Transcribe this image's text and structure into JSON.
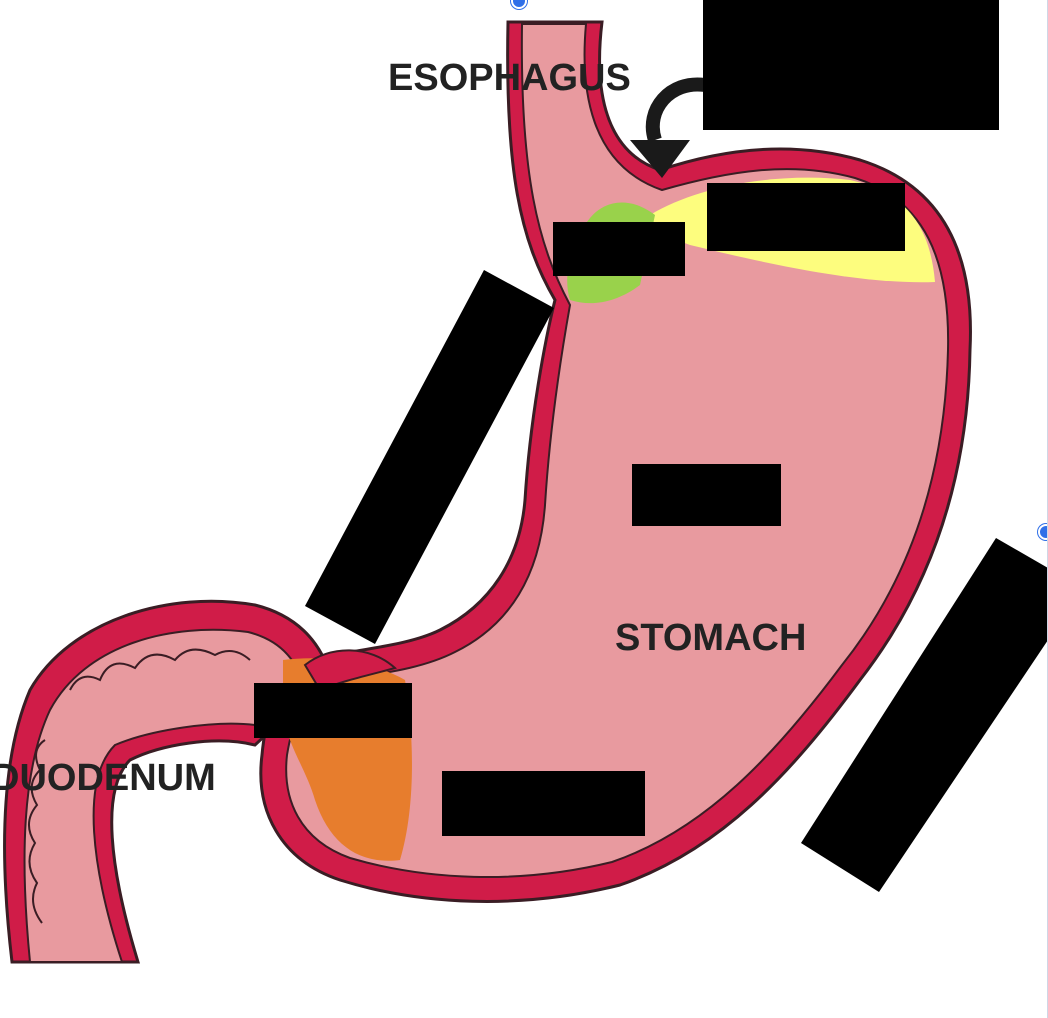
{
  "labels": {
    "esophagus": "ESOPHAGUS",
    "stomach": "STOMACH",
    "duodenum": "DUODENUM"
  },
  "colors": {
    "wall": "#d01c48",
    "wall_outline": "#3a1d24",
    "lumen": "#e89a9f",
    "cardia": "#99d24b",
    "fundus": "#fdfd7e",
    "pylorus": "#e77d2d",
    "redaction": "#000000",
    "handle": "#2f6fe8",
    "edge": "#cfd7e6"
  },
  "icons": {
    "arrow": "curved-arrow-down-icon"
  }
}
